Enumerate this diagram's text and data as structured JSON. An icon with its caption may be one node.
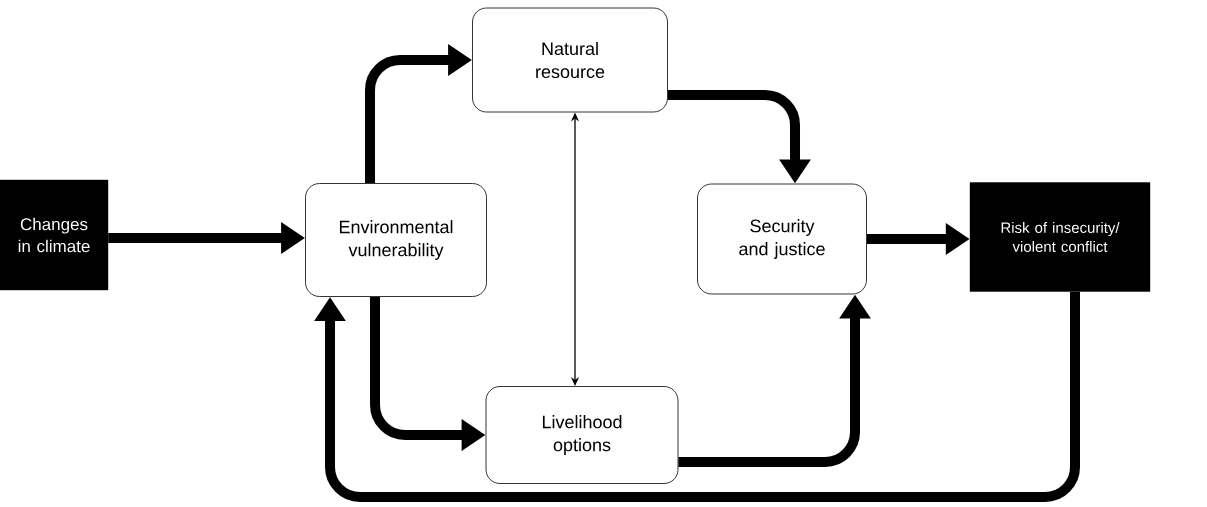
{
  "diagram": {
    "nodes": [
      {
        "text": [
          "Changes in climate"
        ]
      },
      {
        "text": [
          "Environmental vulnerability"
        ]
      },
      {
        "text": [
          "Natural resource"
        ]
      },
      {
        "text": [
          "Security and justice"
        ]
      },
      {
        "text": [
          "Livelihood options"
        ]
      },
      {
        "text": [
          "Risk of insecurity/ violent conflict"
        ]
      }
    ],
    "edges": [
      {
        "from": 0,
        "to": 1,
        "arrow": "to"
      },
      {
        "from": 1,
        "to": 2,
        "arrow": "to"
      },
      {
        "from": 2,
        "to": 3,
        "arrow": "to"
      },
      {
        "from": 2,
        "to": 4,
        "arrow": "both"
      },
      {
        "from": 1,
        "to": 4,
        "arrow": "to"
      },
      {
        "from": 4,
        "to": 3,
        "arrow": "to"
      },
      {
        "from": 3,
        "to": 5,
        "arrow": "to"
      },
      {
        "from": 5,
        "to": 1,
        "arrow": "to"
      }
    ]
  }
}
